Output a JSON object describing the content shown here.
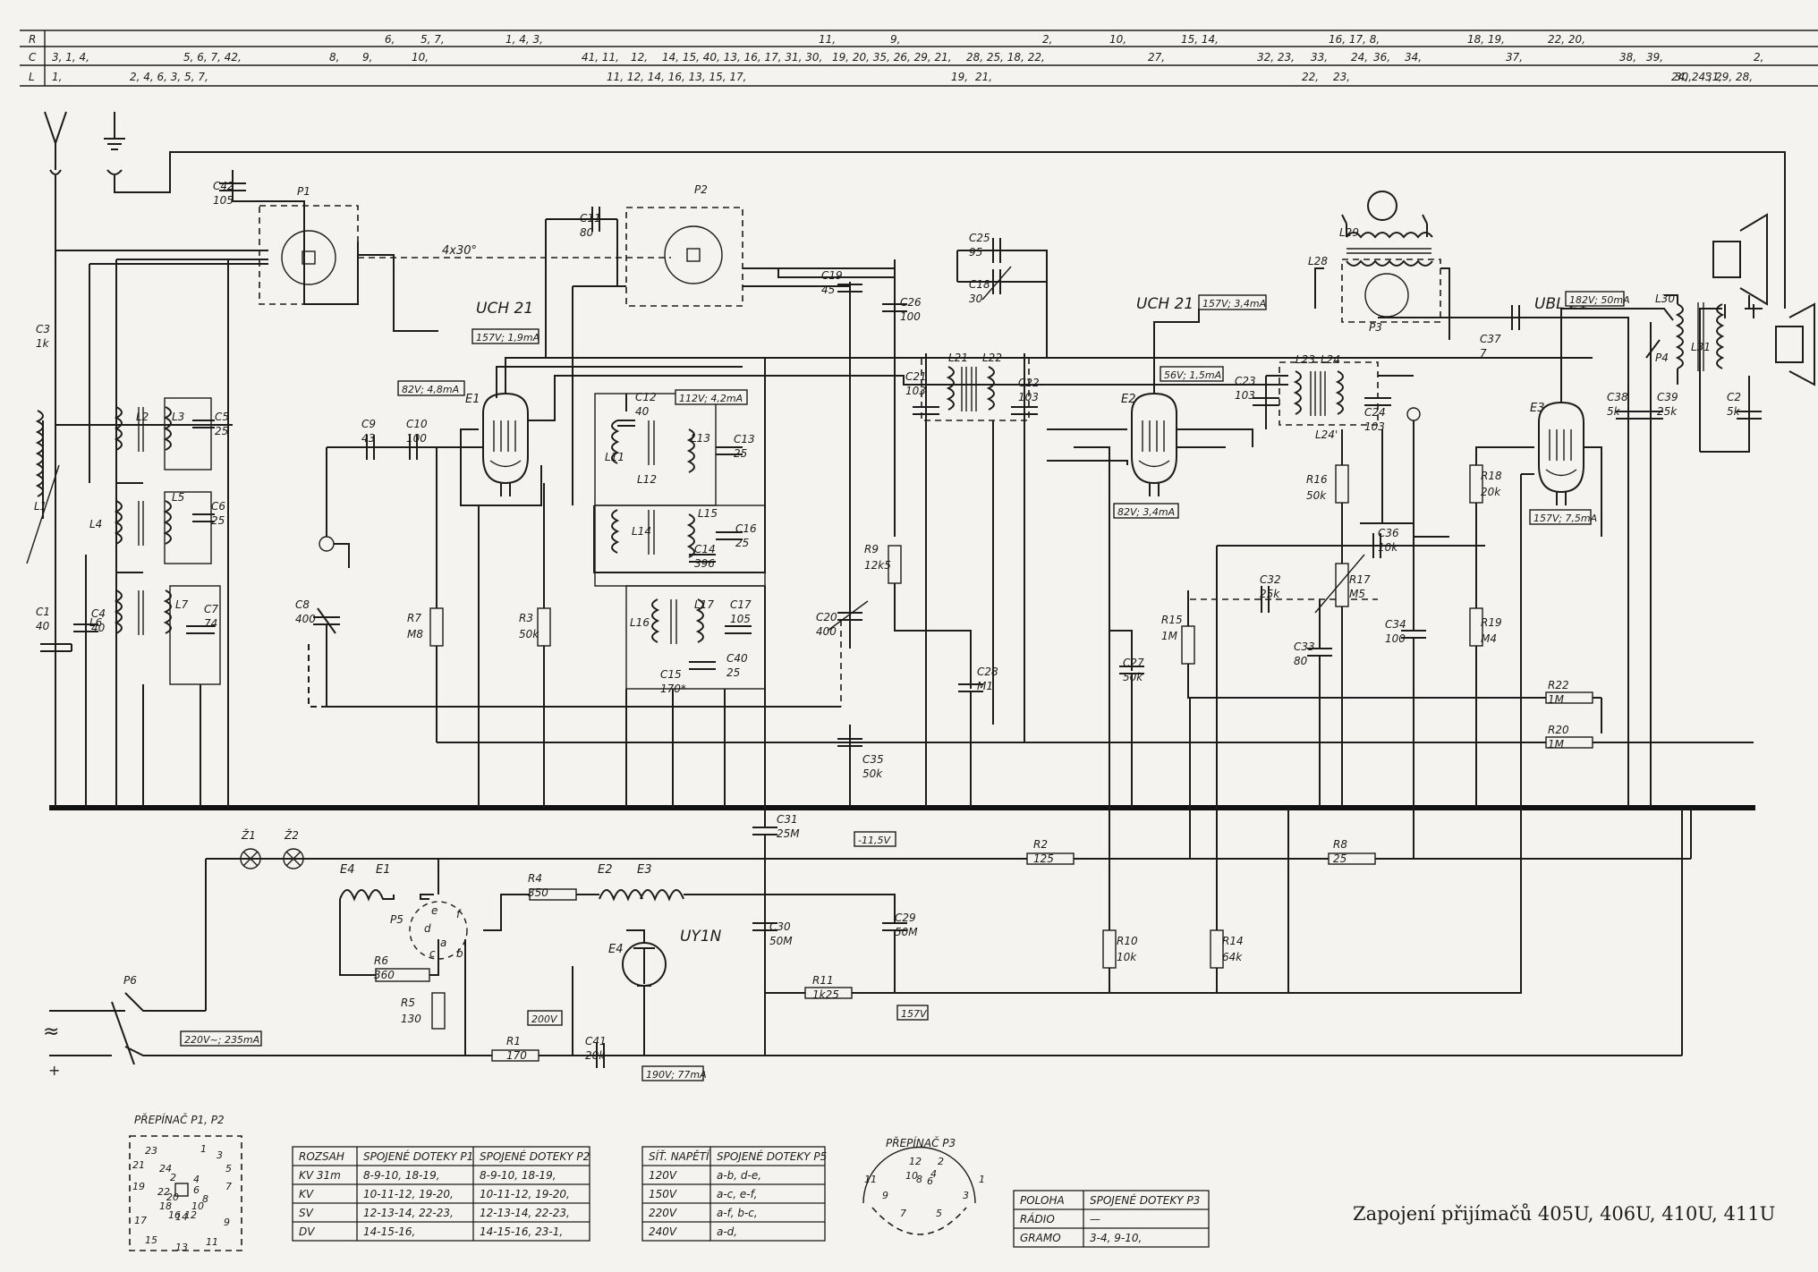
{
  "caption": "Zapojení přijímačů 405U, 406U, 410U, 411U",
  "ref_rows": [
    {
      "key": "R",
      "entries": [
        "6,",
        "5, 7,",
        "1, 4, 3,",
        "11,",
        "9,",
        "2,",
        "10,",
        "15, 14,",
        "16, 17, 8,",
        "18, 19,",
        "22, 20,"
      ]
    },
    {
      "key": "C",
      "entries": [
        "3, 1, 4,",
        "5, 6, 7, 42,",
        "8,",
        "9,",
        "10,",
        "41, 11,",
        "12,",
        "14, 15, 40, 13, 16, 17, 31, 30,",
        "19, 20, 35, 26, 29, 21,",
        "28, 25, 18, 22,",
        "27,",
        "32, 23,",
        "33,",
        "24,",
        "36,",
        "34,",
        "37,",
        "38,",
        "39,",
        "2,"
      ]
    },
    {
      "key": "L",
      "entries": [
        "1,",
        "2, 4, 6, 3, 5, 7,",
        "11, 12, 14, 16, 13, 15, 17,",
        "19,",
        "21,",
        "22,",
        "23,",
        "24, 24', 29, 28,",
        "30,",
        "31,"
      ]
    }
  ],
  "tubes": [
    {
      "type": "UCH 21",
      "ref": "E1",
      "voltages": [
        "157V; 1,9mA",
        "82V; 4,8mA",
        "112V; 4,2mA"
      ]
    },
    {
      "type": "UCH 21",
      "ref": "E2",
      "voltages": [
        "157V; 3,4mA",
        "56V; 1,5mA",
        "82V; 3,4mA"
      ]
    },
    {
      "type": "UBL 21",
      "ref": "E3",
      "voltages": [
        "182V; 50mA",
        "157V; 7,5mA"
      ]
    },
    {
      "type": "UY1N",
      "ref": "E4",
      "voltages": [
        "200V",
        "190V; 77mA"
      ]
    }
  ],
  "misc_labels": {
    "gang": "4x30°",
    "supply_neg": "-11,5V",
    "supply_hv": "157V",
    "mains": "220V~; 235mA",
    "ac_symbol": "≈",
    "plus": "+"
  },
  "components": [
    {
      "ref": "C42",
      "value": "105"
    },
    {
      "ref": "P1",
      "value": ""
    },
    {
      "ref": "C3",
      "value": "1k"
    },
    {
      "ref": "L1",
      "value": ""
    },
    {
      "ref": "L2",
      "value": ""
    },
    {
      "ref": "L3",
      "value": ""
    },
    {
      "ref": "C5",
      "value": "25"
    },
    {
      "ref": "L4",
      "value": ""
    },
    {
      "ref": "L5",
      "value": ""
    },
    {
      "ref": "C6",
      "value": "25"
    },
    {
      "ref": "L6",
      "value": ""
    },
    {
      "ref": "L7",
      "value": ""
    },
    {
      "ref": "C7",
      "value": "74"
    },
    {
      "ref": "C1",
      "value": "40"
    },
    {
      "ref": "C4",
      "value": "40"
    },
    {
      "ref": "C8",
      "value": "400"
    },
    {
      "ref": "C9",
      "value": "43"
    },
    {
      "ref": "C10",
      "value": "100"
    },
    {
      "ref": "R7",
      "value": "M8"
    },
    {
      "ref": "R3",
      "value": "50k"
    },
    {
      "ref": "C11",
      "value": "80"
    },
    {
      "ref": "P2",
      "value": ""
    },
    {
      "ref": "C12",
      "value": "40"
    },
    {
      "ref": "L11",
      "value": ""
    },
    {
      "ref": "L12",
      "value": ""
    },
    {
      "ref": "L13",
      "value": ""
    },
    {
      "ref": "C13",
      "value": "25"
    },
    {
      "ref": "L14",
      "value": ""
    },
    {
      "ref": "L15",
      "value": ""
    },
    {
      "ref": "C14",
      "value": "396"
    },
    {
      "ref": "C16",
      "value": "25"
    },
    {
      "ref": "L16",
      "value": ""
    },
    {
      "ref": "L17",
      "value": ""
    },
    {
      "ref": "C17",
      "value": "105"
    },
    {
      "ref": "C15",
      "value": "170*"
    },
    {
      "ref": "C40",
      "value": "25"
    },
    {
      "ref": "C19",
      "value": "45"
    },
    {
      "ref": "C20",
      "value": "400"
    },
    {
      "ref": "C26",
      "value": "100"
    },
    {
      "ref": "C25",
      "value": "95"
    },
    {
      "ref": "C18",
      "value": "30"
    },
    {
      "ref": "R9",
      "value": "12k5"
    },
    {
      "ref": "C21",
      "value": "103"
    },
    {
      "ref": "L21",
      "value": ""
    },
    {
      "ref": "L22",
      "value": ""
    },
    {
      "ref": "C22",
      "value": "103"
    },
    {
      "ref": "C28",
      "value": "M1"
    },
    {
      "ref": "C35",
      "value": "50k"
    },
    {
      "ref": "C23",
      "value": "103"
    },
    {
      "ref": "L23",
      "value": ""
    },
    {
      "ref": "L24",
      "value": ""
    },
    {
      "ref": "C24",
      "value": "103"
    },
    {
      "ref": "L24'",
      "value": ""
    },
    {
      "ref": "R16",
      "value": "50k"
    },
    {
      "ref": "C36",
      "value": "10k"
    },
    {
      "ref": "R17",
      "value": "M5"
    },
    {
      "ref": "C32",
      "value": "25k"
    },
    {
      "ref": "R15",
      "value": "1M"
    },
    {
      "ref": "C27",
      "value": "50k"
    },
    {
      "ref": "C33",
      "value": "80"
    },
    {
      "ref": "C34",
      "value": "100"
    },
    {
      "ref": "L29",
      "value": ""
    },
    {
      "ref": "L28",
      "value": ""
    },
    {
      "ref": "P3",
      "value": ""
    },
    {
      "ref": "C37",
      "value": "7"
    },
    {
      "ref": "R18",
      "value": "20k"
    },
    {
      "ref": "R19",
      "value": "M4"
    },
    {
      "ref": "C38",
      "value": "5k"
    },
    {
      "ref": "C39",
      "value": "25k"
    },
    {
      "ref": "L30",
      "value": ""
    },
    {
      "ref": "L31",
      "value": ""
    },
    {
      "ref": "P4",
      "value": ""
    },
    {
      "ref": "C2",
      "value": "5k"
    },
    {
      "ref": "R22",
      "value": "1M"
    },
    {
      "ref": "R20",
      "value": "1M"
    },
    {
      "ref": "C31",
      "value": "25M"
    },
    {
      "ref": "Ž1",
      "value": ""
    },
    {
      "ref": "Ž2",
      "value": ""
    },
    {
      "ref": "R2",
      "value": "125"
    },
    {
      "ref": "R8",
      "value": "25"
    },
    {
      "ref": "R4",
      "value": "350"
    },
    {
      "ref": "P5",
      "value": ""
    },
    {
      "ref": "R6",
      "value": "360"
    },
    {
      "ref": "R5",
      "value": "130"
    },
    {
      "ref": "C30",
      "value": "50M"
    },
    {
      "ref": "C29",
      "value": "50M"
    },
    {
      "ref": "R11",
      "value": "1k25"
    },
    {
      "ref": "R10",
      "value": "10k"
    },
    {
      "ref": "R14",
      "value": "64k"
    },
    {
      "ref": "R1",
      "value": "170"
    },
    {
      "ref": "C41",
      "value": "20k"
    },
    {
      "ref": "P6",
      "value": ""
    }
  ],
  "heaters": [
    "E4",
    "E1",
    "E2",
    "E3"
  ],
  "p5_contacts": [
    "e",
    "f",
    "d",
    "a",
    "c",
    "b"
  ],
  "switch_p1p2": {
    "title": "PŘEPÍNAČ P1, P2",
    "pins": [
      "23",
      "1",
      "3",
      "21",
      "5",
      "19",
      "24",
      "2",
      "7",
      "22",
      "20",
      "4",
      "6",
      "8",
      "18",
      "10",
      "17",
      "9",
      "16",
      "14",
      "12",
      "15",
      "13",
      "11"
    ]
  },
  "switch_p3": {
    "title": "PŘEPÍNAČ P3",
    "pins": [
      "12",
      "2",
      "10",
      "4",
      "11",
      "8",
      "6",
      "1",
      "9",
      "3",
      "7",
      "5"
    ]
  },
  "table_ranges": {
    "headers": [
      "ROZSAH",
      "SPOJENÉ DOTEKY P1",
      "SPOJENÉ DOTEKY P2"
    ],
    "rows": [
      [
        "KV 31m",
        "8-9-10,  18-19,",
        "8-9-10,  18-19,"
      ],
      [
        "KV",
        "10-11-12,  19-20,",
        "10-11-12,  19-20,"
      ],
      [
        "SV",
        "12-13-14,  22-23,",
        "12-13-14,  22-23,"
      ],
      [
        "DV",
        "14-15-16,",
        "14-15-16,  23-1,"
      ]
    ]
  },
  "table_mains": {
    "headers": [
      "SÍŤ. NAPĚTÍ",
      "SPOJENÉ DOTEKY P5"
    ],
    "rows": [
      [
        "120V",
        "a-b,  d-e,"
      ],
      [
        "150V",
        "a-c,  e-f,"
      ],
      [
        "220V",
        "a-f,  b-c,"
      ],
      [
        "240V",
        "a-d,"
      ]
    ]
  },
  "table_p3": {
    "headers": [
      "POLOHA",
      "SPOJENÉ DOTEKY P3"
    ],
    "rows": [
      [
        "RÁDIO",
        "—"
      ],
      [
        "GRAMO",
        "3-4,  9-10,"
      ]
    ]
  }
}
